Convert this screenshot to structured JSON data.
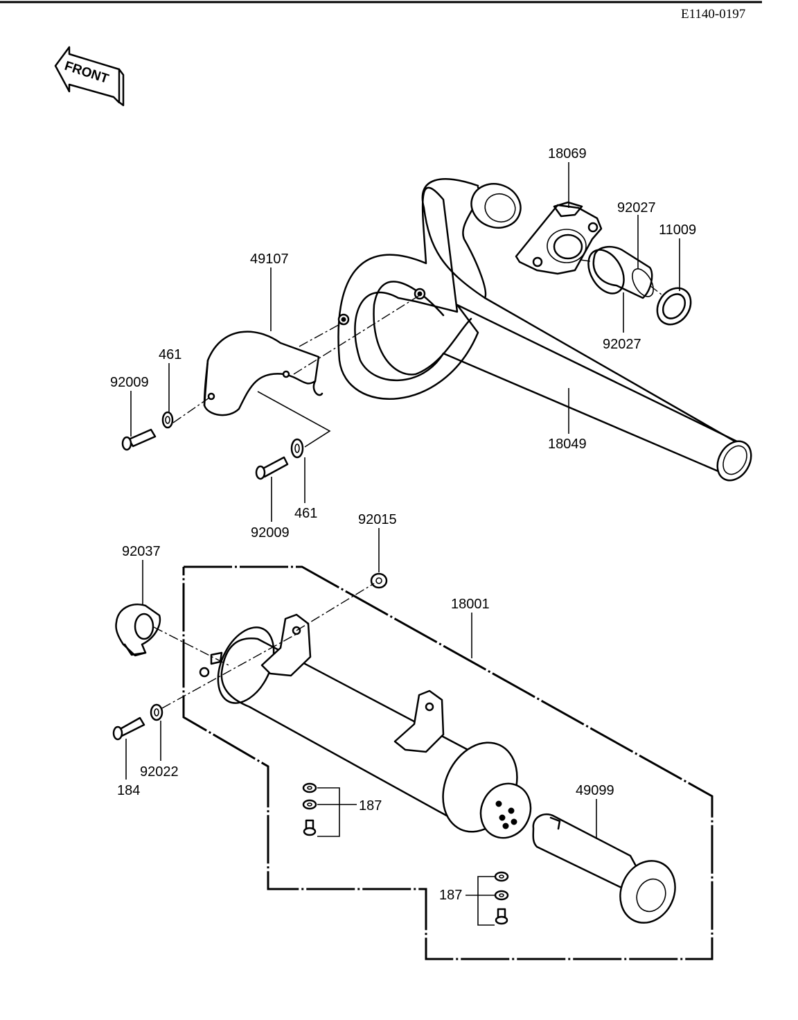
{
  "diagram": {
    "code": "E1140-0197",
    "front_label": "FRONT",
    "labels": {
      "p18069": "18069",
      "p92027_top": "92027",
      "p11009": "11009",
      "p92027_bottom": "92027",
      "p49107": "49107",
      "p461_upper": "461",
      "p92009_upper": "92009",
      "p18049": "18049",
      "p92009_lower": "92009",
      "p461_lower": "461",
      "p92015": "92015",
      "p92037": "92037",
      "p18001": "18001",
      "p184": "184",
      "p92022": "92022",
      "p187_upper": "187",
      "p49099": "49099",
      "p187_lower": "187"
    }
  }
}
